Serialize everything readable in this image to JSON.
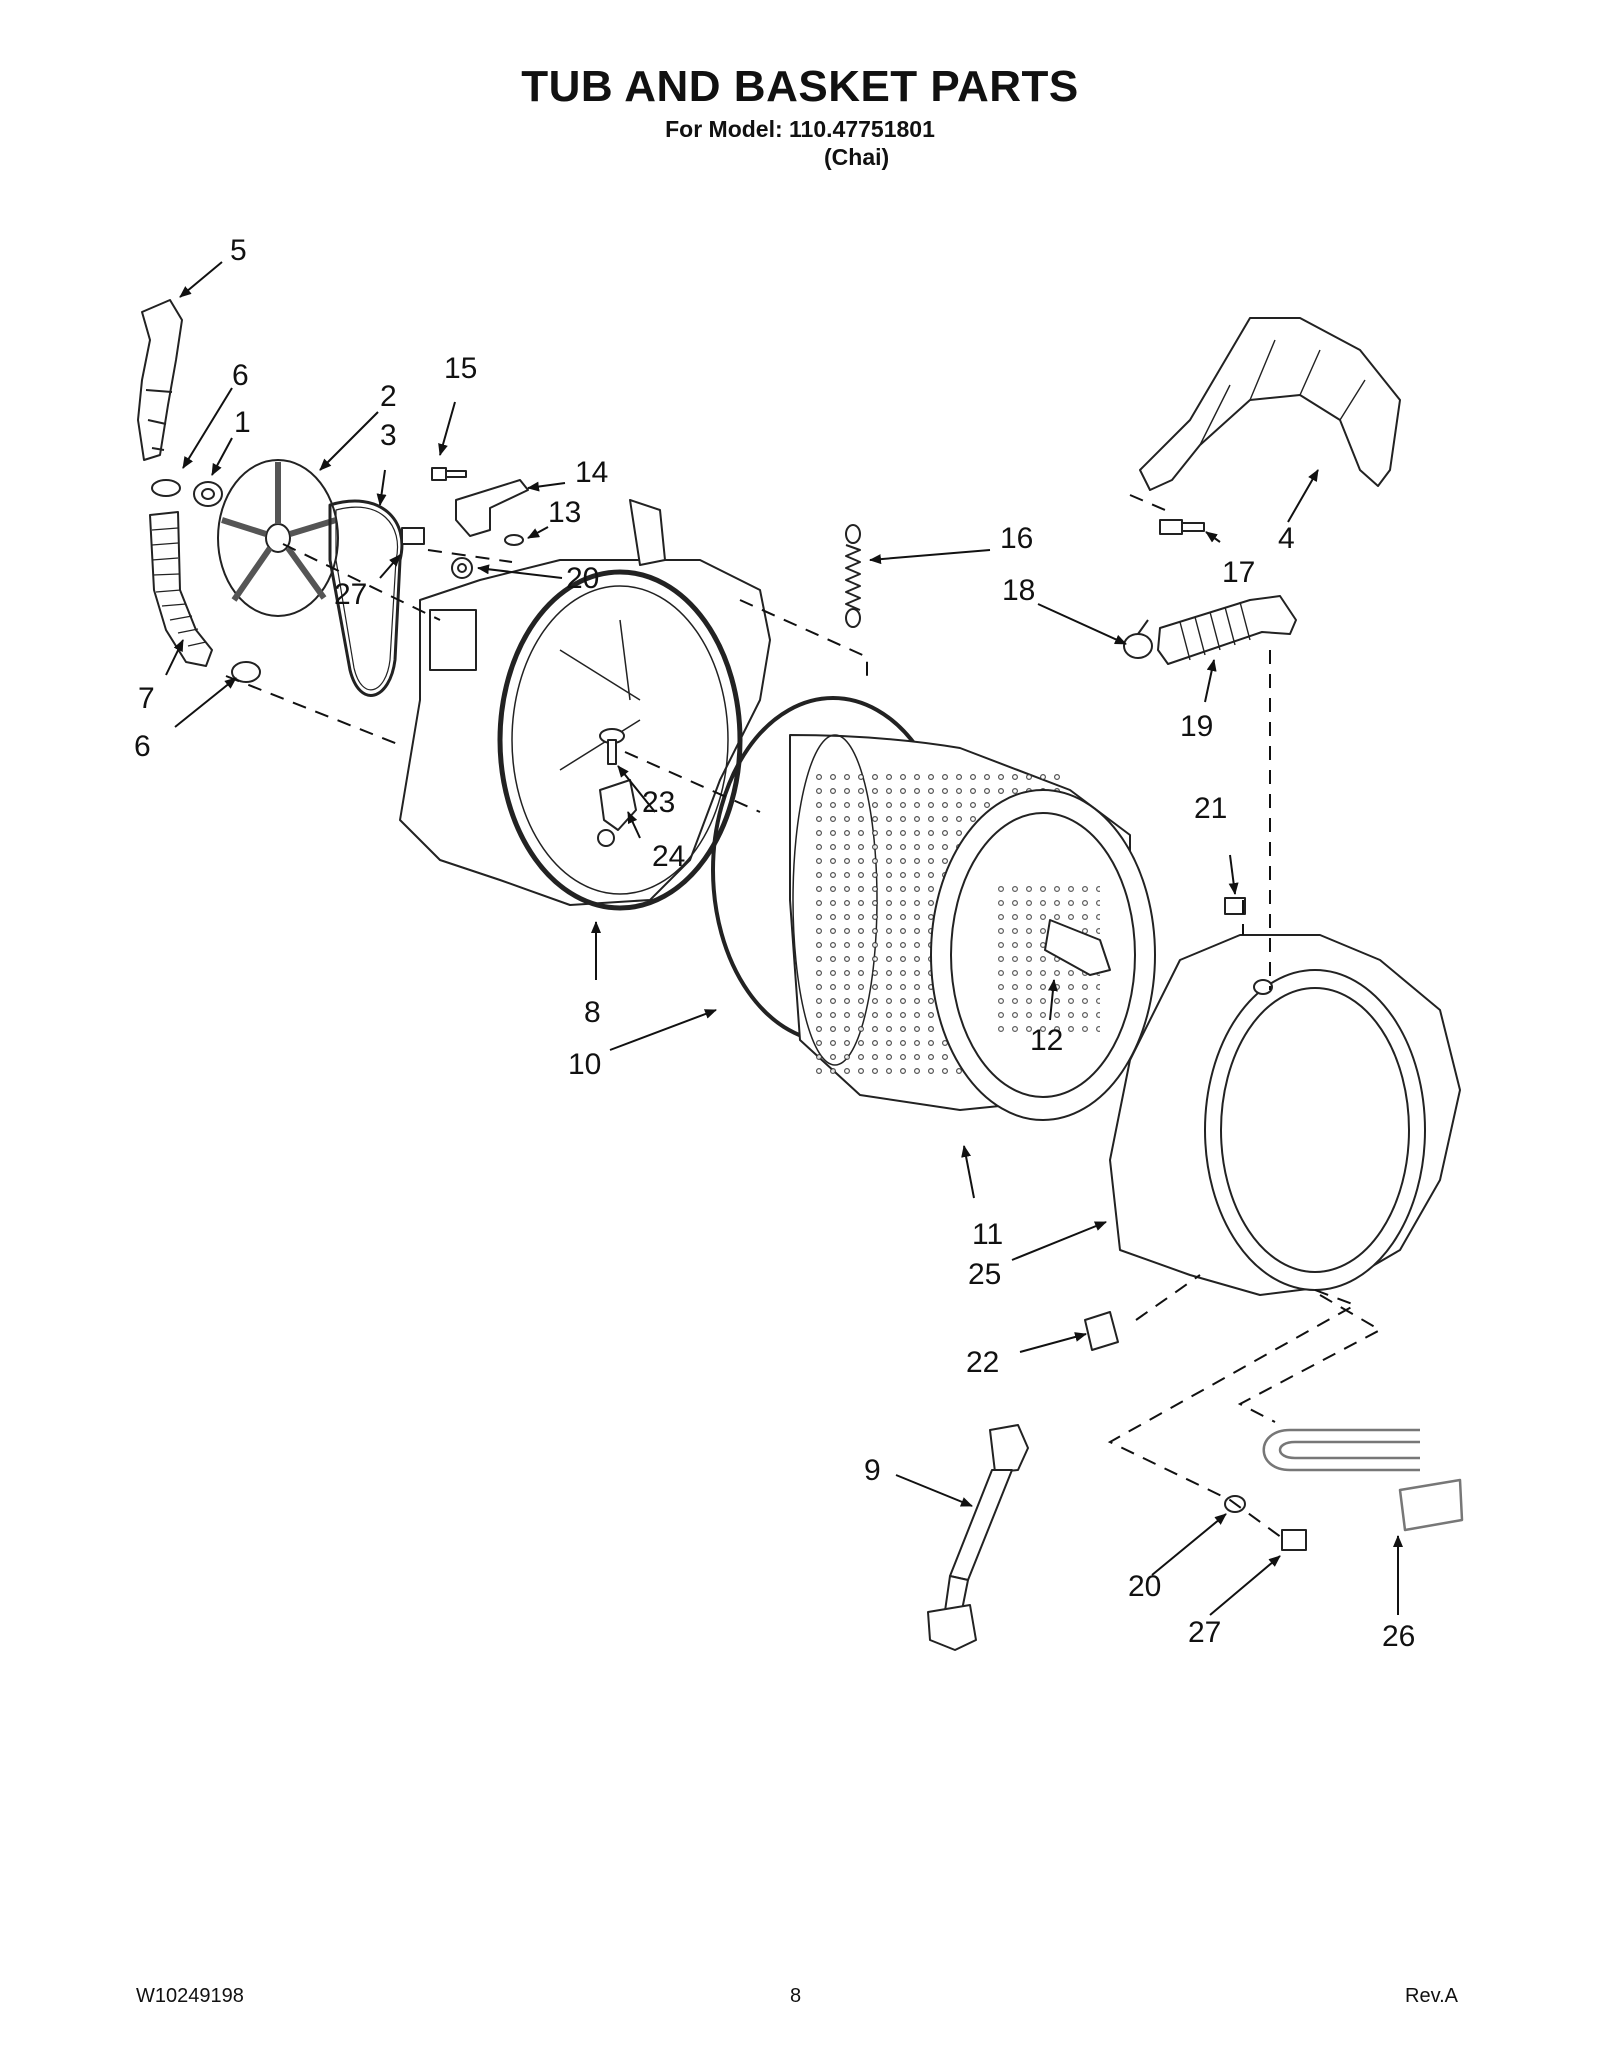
{
  "header": {
    "title": "TUB AND BASKET PARTS",
    "model_line": "For Model: 110.47751801",
    "model_sub": "(Chai)"
  },
  "callouts": [
    {
      "id": "c5",
      "label": "5"
    },
    {
      "id": "c6a",
      "label": "6"
    },
    {
      "id": "c1",
      "label": "1"
    },
    {
      "id": "c2",
      "label": "2"
    },
    {
      "id": "c3",
      "label": "3"
    },
    {
      "id": "c15",
      "label": "15"
    },
    {
      "id": "c14",
      "label": "14"
    },
    {
      "id": "c13",
      "label": "13"
    },
    {
      "id": "c20a",
      "label": "20"
    },
    {
      "id": "c27a",
      "label": "27"
    },
    {
      "id": "c7",
      "label": "7"
    },
    {
      "id": "c6b",
      "label": "6"
    },
    {
      "id": "c16",
      "label": "16"
    },
    {
      "id": "c4",
      "label": "4"
    },
    {
      "id": "c17",
      "label": "17"
    },
    {
      "id": "c18",
      "label": "18"
    },
    {
      "id": "c19",
      "label": "19"
    },
    {
      "id": "c23",
      "label": "23"
    },
    {
      "id": "c24",
      "label": "24"
    },
    {
      "id": "c21",
      "label": "21"
    },
    {
      "id": "c8",
      "label": "8"
    },
    {
      "id": "c10",
      "label": "10"
    },
    {
      "id": "c12",
      "label": "12"
    },
    {
      "id": "c11",
      "label": "11"
    },
    {
      "id": "c25",
      "label": "25"
    },
    {
      "id": "c22",
      "label": "22"
    },
    {
      "id": "c9",
      "label": "9"
    },
    {
      "id": "c20b",
      "label": "20"
    },
    {
      "id": "c27b",
      "label": "27"
    },
    {
      "id": "c26",
      "label": "26"
    }
  ],
  "footer": {
    "doc_number": "W10249198",
    "page_number": "8",
    "revision": "Rev.A"
  }
}
